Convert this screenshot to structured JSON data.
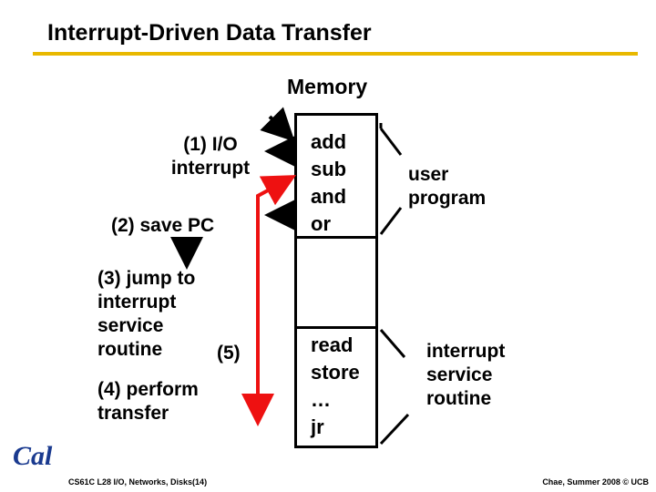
{
  "slide": {
    "title": "Interrupt-Driven Data Transfer",
    "rule_color": "#E8B800",
    "memory_label": "Memory",
    "memory_code_upper": "add\nsub\nand\nor",
    "memory_code_lower": "read\nstore\n…\njr",
    "steps": {
      "step1": "(1) I/O\ninterrupt",
      "step2": "(2) save PC",
      "step3": "(3) jump to\ninterrupt\nservice\nroutine",
      "step4": "(4) perform\ntransfer",
      "step5": "(5)"
    },
    "side_labels": {
      "user_program": "user\nprogram",
      "interrupt_service_routine": "interrupt\nservice\nroutine"
    },
    "arrow_colors": {
      "black": "#000000",
      "red": "#EE1111"
    },
    "footer_left": "CS61C L28 I/O, Networks, Disks(14)",
    "footer_right": "Chae, Summer 2008 © UCB",
    "logo_text": "Cal"
  }
}
